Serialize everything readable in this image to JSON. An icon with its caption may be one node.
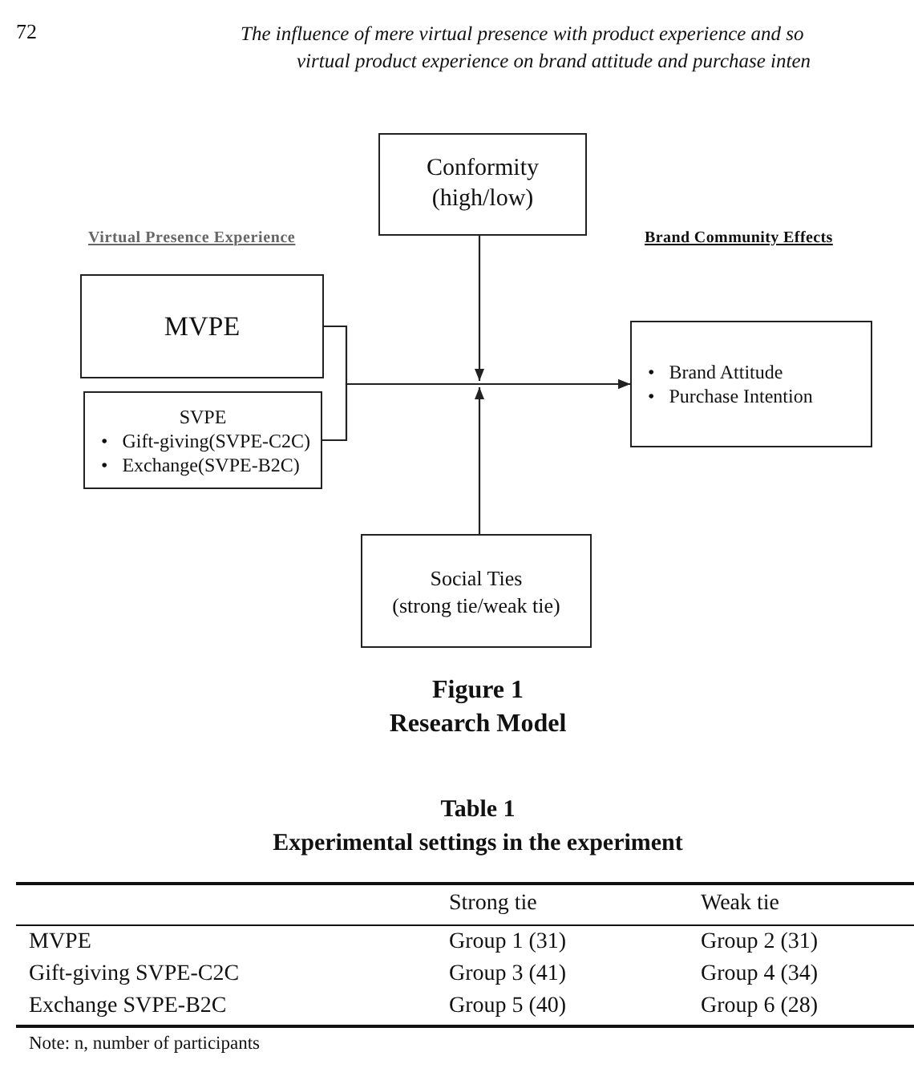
{
  "diagram": {
    "nodes": [
      {
        "text": [
          "Conformity",
          "(high/low)"
        ]
      },
      {
        "text": [
          "MVPE"
        ]
      },
      {
        "text": [
          "SVPE",
          "•   Gift-giving(SVPE-C2C)",
          "•   Exchange(SVPE-B2C)"
        ]
      },
      {
        "text": [
          "•   Brand Attitude",
          "•   Purchase Intention"
        ]
      },
      {
        "text": [
          "Social Ties",
          "(strong tie/weak tie)"
        ]
      }
    ],
    "edges": [
      {
        "from": 1,
        "to": 3,
        "arrow": "to"
      },
      {
        "from": 2,
        "to": 3,
        "arrow": "to"
      },
      {
        "from": 0,
        "to": null,
        "arrow": "to"
      },
      {
        "from": 4,
        "to": null,
        "arrow": "to"
      }
    ],
    "labels": [
      "72",
      "The influence of mere virtual presence with product experience and so",
      "virtual product experience on brand attitude and purchase inten",
      "Virtual Presence Experience",
      "Brand Community Effects",
      "Figure 1",
      "Research Model",
      "Table 1",
      "Experimental settings in the experiment",
      "Strong tie",
      "Weak tie",
      "MVPE",
      "Group 1 (31)",
      "Group 2 (31)",
      "Gift-giving SVPE-C2C",
      "Group 3 (41)",
      "Group 4 (34)",
      "Exchange SVPE-B2C",
      "Group 5 (40)",
      "Group 6 (28)",
      "Note: n, number of participants"
    ]
  }
}
